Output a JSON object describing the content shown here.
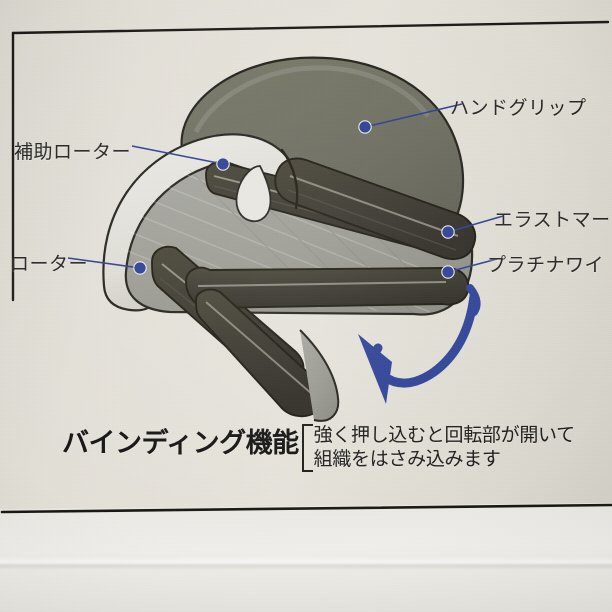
{
  "document": {
    "kind": "printed-product-brochure-photo",
    "language": "ja"
  },
  "figure": {
    "name": "binding-mechanism-diagram",
    "callouts": [
      {
        "id": "handgrip",
        "label": "ハンドグリップ",
        "side": "right",
        "dot": [
          365,
          127
        ]
      },
      {
        "id": "auxiliary-rotor",
        "label": "補助ローター",
        "side": "left",
        "dot": [
          223,
          164
        ]
      },
      {
        "id": "rotor",
        "label": "ローター",
        "side": "left",
        "dot": [
          140,
          268
        ]
      },
      {
        "id": "elastomer",
        "label": "エラストマー",
        "side": "right",
        "dot": [
          448,
          232
        ]
      },
      {
        "id": "platinum-wire",
        "label": "プラチナワイ",
        "side": "right",
        "dot": [
          448,
          272
        ]
      }
    ],
    "parts": {
      "handgrip_fill": "#6d6d60",
      "rotor_body_fill": "#9b9b95",
      "roller_fill": "#3b392f",
      "handle_band_fill": "#e2e0da",
      "outline": "#23211c"
    }
  },
  "caption": {
    "title": "バインディング機能",
    "note_lines": [
      "強く押し込むと回転部が開いて",
      "組織をはさみ込みます"
    ]
  },
  "colors": {
    "callout_blue": "#2b3f93",
    "arrow_blue": "#2e4296",
    "frame_line": "#1c1a16",
    "paper": "#e3e0d8",
    "text": "#262523"
  }
}
